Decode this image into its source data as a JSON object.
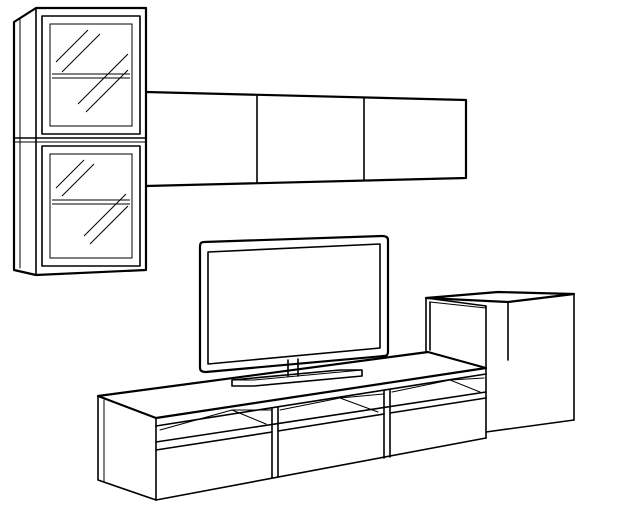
{
  "illustration": {
    "subject": "tv-storage-combination-line-drawing",
    "colors": {
      "line": "#000000",
      "background": "#ffffff"
    },
    "components": [
      "glass-door-wall-cabinet",
      "wall-shelf-cabinet",
      "flat-screen-tv",
      "tv-bench",
      "side-cabinet"
    ]
  }
}
